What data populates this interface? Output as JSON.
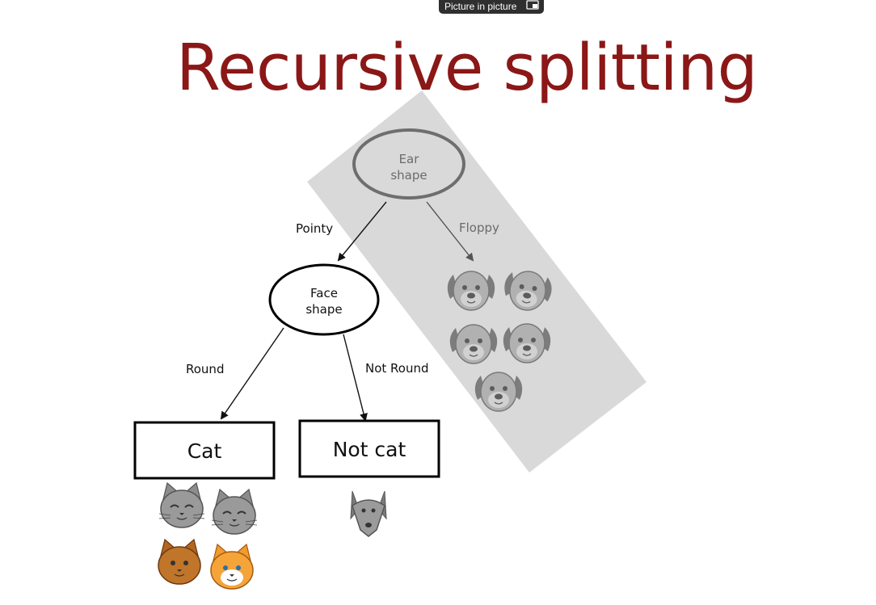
{
  "overlay": {
    "picture_in_picture_label": "Picture in picture"
  },
  "slide": {
    "title": "Recursive splitting"
  },
  "tree": {
    "root": {
      "line1": "Ear",
      "line2": "shape"
    },
    "root_edges": {
      "left": "Pointy",
      "right": "Floppy"
    },
    "face_node": {
      "line1": "Face",
      "line2": "shape"
    },
    "face_edges": {
      "left": "Round",
      "right": "Not Round"
    },
    "leaves": {
      "cat": "Cat",
      "not_cat": "Not cat"
    }
  },
  "images": {
    "floppy_branch": [
      "dog",
      "dog",
      "dog",
      "dog",
      "dog"
    ],
    "cat_leaf": [
      "cat",
      "cat",
      "cat",
      "cat"
    ],
    "not_cat_leaf": [
      "dog"
    ]
  },
  "colors": {
    "title": "#8b1717",
    "highlight_band": "#d9d9d9",
    "node_stroke": "#000000",
    "dimmed_stroke": "#6e6e6e"
  }
}
